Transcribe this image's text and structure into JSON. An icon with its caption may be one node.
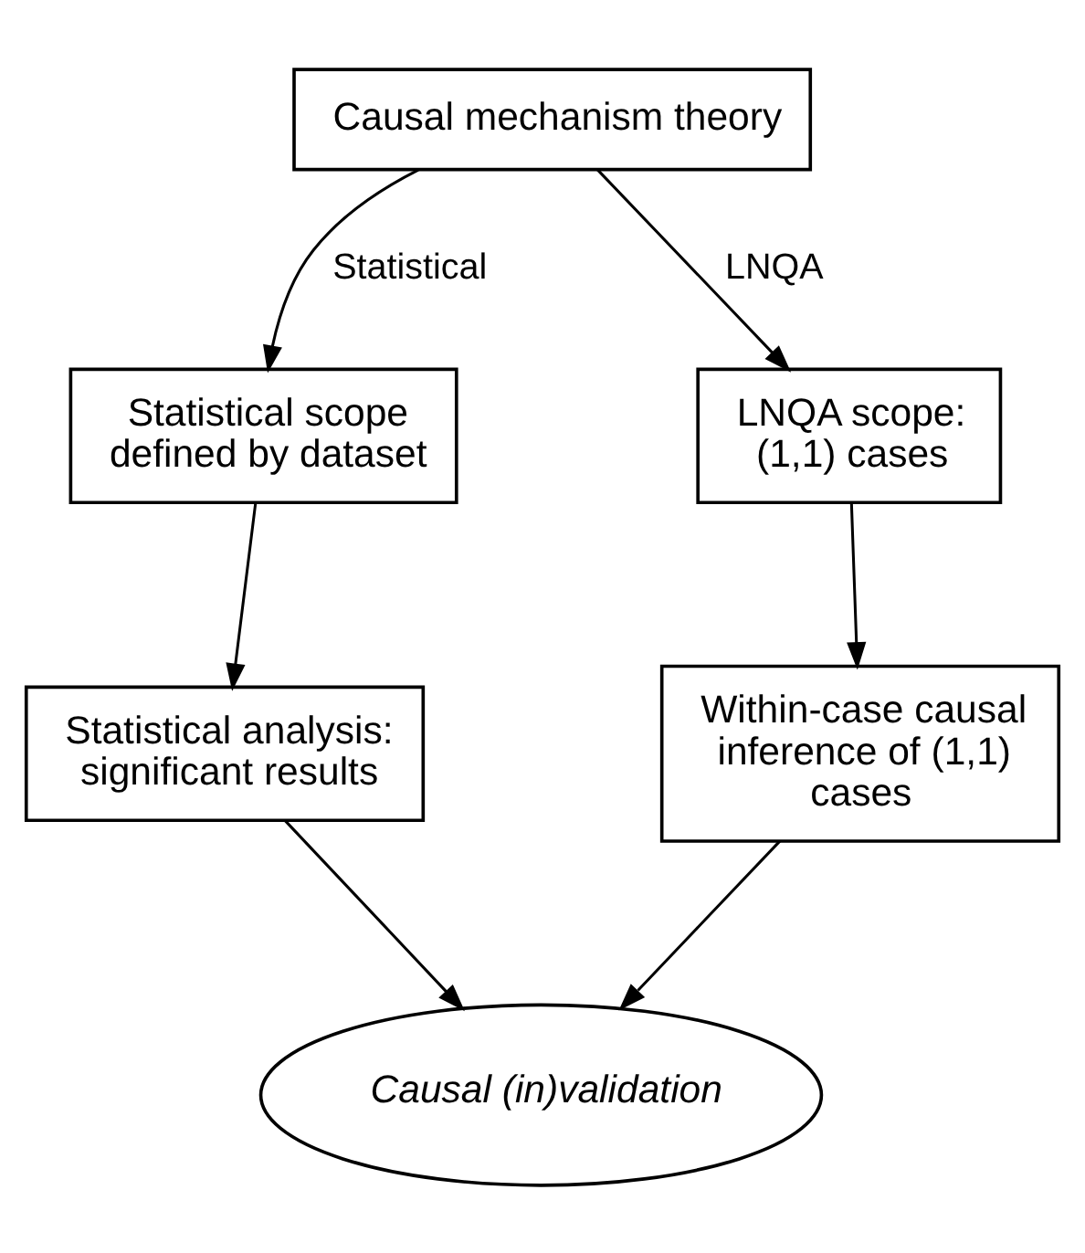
{
  "diagram": {
    "nodes": [
      {
        "text": [
          "Causal mechanism theory"
        ]
      },
      {
        "text": [
          "Statistical scope defined by dataset"
        ]
      },
      {
        "text": [
          "LNQA scope: (1,1) cases"
        ]
      },
      {
        "text": [
          "Statistical analysis: significant results"
        ]
      },
      {
        "text": [
          "Within-case causal inference of (1,1) cases"
        ]
      },
      {
        "text": [
          "Causal (in)validation"
        ]
      }
    ],
    "edges": [
      {
        "from": 0,
        "to": 1,
        "arrow": "to",
        "label": "Statistical"
      },
      {
        "from": 0,
        "to": 2,
        "arrow": "to",
        "label": "LNQA"
      },
      {
        "from": 1,
        "to": 3,
        "arrow": "to"
      },
      {
        "from": 2,
        "to": 4,
        "arrow": "to"
      },
      {
        "from": 3,
        "to": 5,
        "arrow": "to"
      },
      {
        "from": 4,
        "to": 5,
        "arrow": "to"
      }
    ]
  }
}
